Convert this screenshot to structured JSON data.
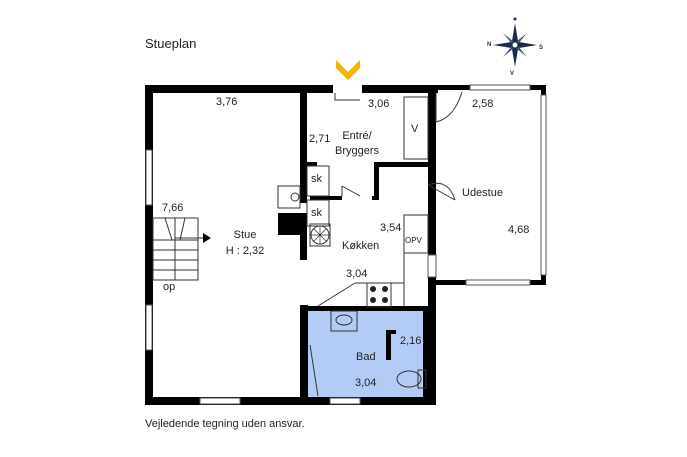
{
  "title": "Stueplan",
  "footer": "Vejledende tegning uden ansvar.",
  "compass": {
    "north": "N",
    "south": "S",
    "west": "V"
  },
  "rooms": {
    "stue": {
      "name": "Stue",
      "height": "H : 2,32",
      "width": "3,76",
      "depth": "7,66"
    },
    "stairs": {
      "label": "op"
    },
    "entre": {
      "line1": "Entré/",
      "line2": "Bryggers",
      "width": "3,06",
      "depth": "2,71"
    },
    "udestue": {
      "name": "Udestue",
      "width": "2,58",
      "depth": "4,68"
    },
    "kokken": {
      "name": "Køkken",
      "width": "3,04",
      "depth": "3,54"
    },
    "bad": {
      "name": "Bad",
      "width": "3,04",
      "depth": "2,16"
    }
  },
  "fixtures": {
    "sk_top": "sk",
    "sk_bottom": "sk",
    "v": "V",
    "opv": "OPV"
  },
  "colors": {
    "wall": "#000000",
    "bathroom": "#b3ccf5",
    "entrance_arrow": "#f4b400"
  }
}
